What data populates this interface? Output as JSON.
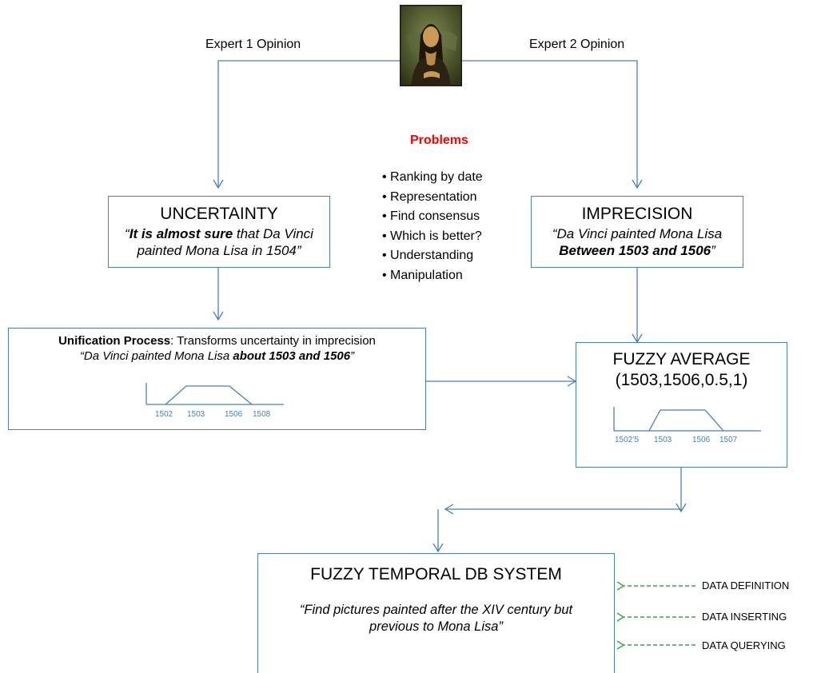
{
  "top": {
    "expert1": "Expert 1 Opinion",
    "expert2": "Expert 2 Opinion",
    "painting_alt": "Mona Lisa"
  },
  "problems": {
    "title": "Problems",
    "items": [
      "• Ranking by date",
      "• Representation",
      "• Find consensus",
      "• Which is better?",
      "• Understanding",
      "• Manipulation"
    ]
  },
  "uncertainty": {
    "title": "UNCERTAINTY",
    "open_quote": "“",
    "bold": "It is almost sure",
    "rest1": " that Da Vinci",
    "line2": "painted Mona Lisa in 1504”"
  },
  "imprecision": {
    "title": "IMPRECISION",
    "line1": "“Da Vinci painted Mona Lisa",
    "bold": "Between 1503 and 1506",
    "close": "”"
  },
  "unification": {
    "bold": "Unification Process",
    "rest": ": Transforms uncertainty in imprecision",
    "quote_pre": "“Da Vinci painted Mona Lisa ",
    "quote_bold": "about 1503 and 1506",
    "quote_post": "”",
    "ticks": [
      "1502",
      "1503",
      "1506",
      "1508"
    ]
  },
  "fuzzy_average": {
    "title": "FUZZY AVERAGE",
    "params": "(1503,1506,0.5,1)",
    "ticks": [
      "1502’5",
      "1503",
      "1506",
      "1507"
    ]
  },
  "db": {
    "title": "FUZZY TEMPORAL DB SYSTEM",
    "line1": "“Find pictures painted after the XIV century but",
    "line2": "previous to Mona Lisa”"
  },
  "side_labels": [
    "DATA DEFINITION",
    "DATA INSERTING",
    "DATA QUERYING"
  ],
  "colors": {
    "line": "#4a7ebb",
    "problems": "#ff0000",
    "arrow_green": "#33aa33"
  }
}
